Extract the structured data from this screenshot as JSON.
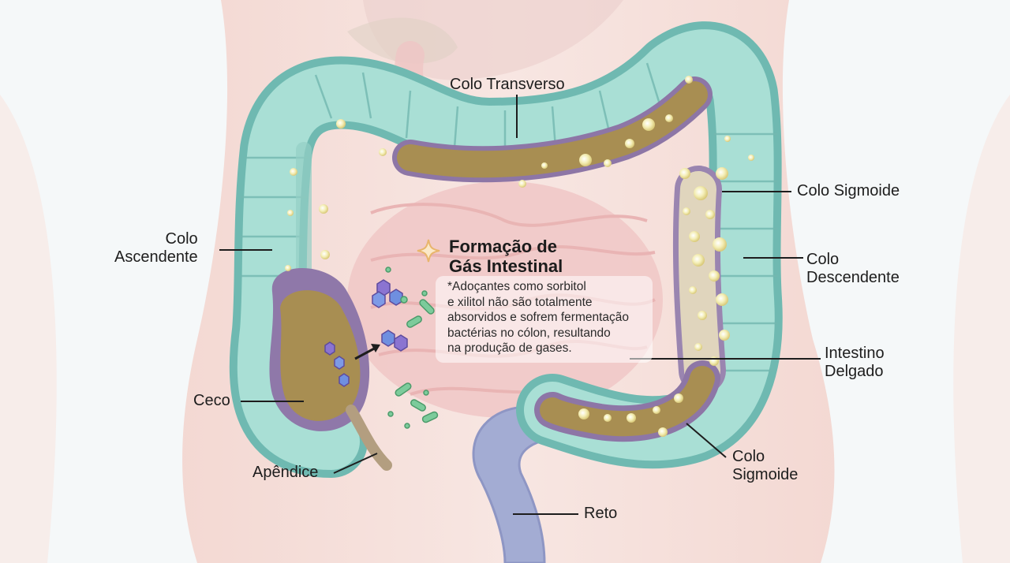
{
  "labels": {
    "transverso": "Colo Transverso",
    "sigmoide_top": "Colo Sigmoide",
    "ascendente": [
      "Colo",
      "Ascendente"
    ],
    "descendente": [
      "Colo",
      "Descendente"
    ],
    "intestino": [
      "Intestino",
      "Delgado"
    ],
    "ceco": "Ceco",
    "sigmoide_bottom": [
      "Colo",
      "Sigmoide"
    ],
    "apendice": "Apêndice",
    "reto": "Reto"
  },
  "info": {
    "title": [
      "Formação de",
      "Gás Intestinal"
    ],
    "text": [
      "*Adoçantes como sorbitol",
      "e xilitol não são totalmente",
      "absorvidos e sofrem fermentação",
      "bactérias no cólon, resultando",
      "na produção de gases."
    ]
  },
  "colors": {
    "colon_outer": "#7fc4bd",
    "colon_inner": "#a8ded5",
    "lumen": "#9a85b0",
    "stool": "#a88e52",
    "small_intestine": "#f1c9c8",
    "body": "#f6dcd6",
    "rectum": "#9fa7cf",
    "gas": "#f3ecb0",
    "accent": "#e8b56c"
  }
}
